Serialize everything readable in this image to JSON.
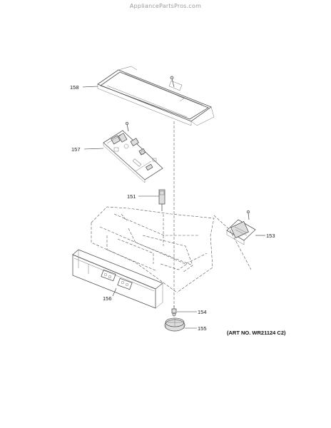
{
  "watermark": "AppliancePartsPros.com",
  "art_number": "(ART NO. WR21124 C2)",
  "callouts": {
    "p158": "158",
    "p157": "157",
    "p151": "151",
    "p153": "153",
    "p156": "156",
    "p154": "154",
    "p155": "155"
  }
}
